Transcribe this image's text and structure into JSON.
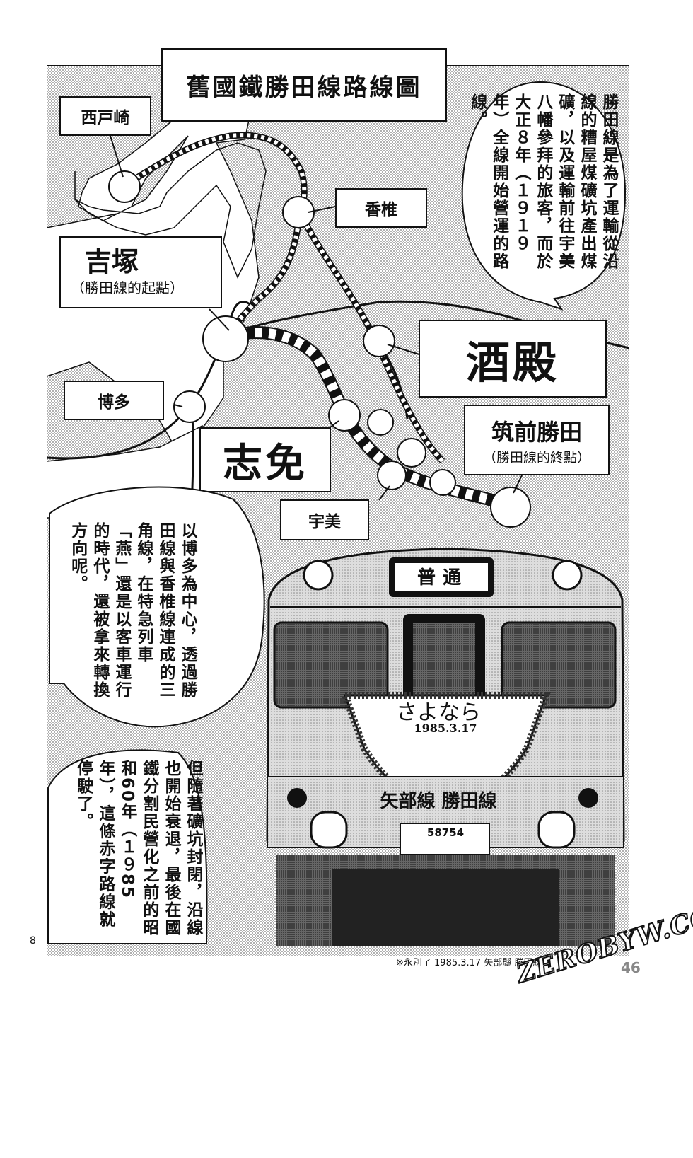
{
  "title": "舊國鐵勝田線路線圖",
  "stations": {
    "nishitozaki": "西戸崎",
    "kashii": "香椎",
    "yoshizuka": "吉塚",
    "yoshizuka_note": "（勝田線的起點）",
    "sakado": "酒殿",
    "hakata": "博多",
    "shime": "志免",
    "chikuzen_katsuta": "筑前勝田",
    "chikuzen_katsuta_note": "（勝田線的終點）",
    "umi": "宇美"
  },
  "bubbles": {
    "top_right": "勝田線是為了運輸從沿線的糟屋煤礦坑產出煤礦，以及運輸前往宇美八幡參拜的旅客，而於大正８年（１９１９年）全線開始營運的路線。",
    "middle_left": "以博多為中心，透過勝田線與香椎線連成的三角線，在特急列車「燕」還是以客車運行的時代，還被拿來轉換方向呢。",
    "bottom_left": "但隨著礦坑封閉，沿線也開始衰退，最後在國鐵分割民營化之前的昭和60年（１９85年），這條赤字路線就停駛了。"
  },
  "train": {
    "destination_sign": "普通",
    "headboard_title": "さよなら",
    "headboard_date": "1985.3.17",
    "headboard_lines": "矢部線 勝田線",
    "number_plate": "58754"
  },
  "page_number": "8",
  "caption": "※永別了 1985.3.17 矢部縣 勝田線",
  "watermark": {
    "text": "ZEROBYW.COM",
    "page_stamp": "46"
  }
}
